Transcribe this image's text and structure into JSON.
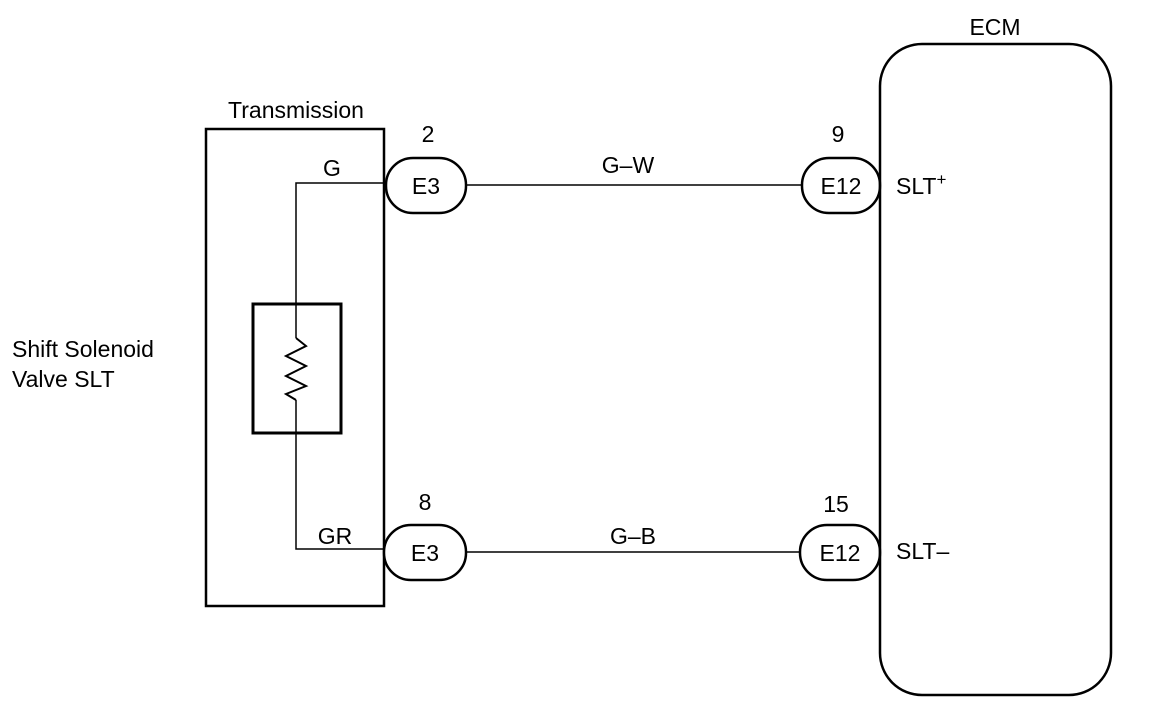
{
  "transmission": {
    "title": "Transmission",
    "wire_top": "G",
    "wire_bottom": "GR"
  },
  "solenoid": {
    "line1": "Shift Solenoid",
    "line2": "Valve SLT"
  },
  "ecm": {
    "title": "ECM",
    "pin_top": "SLT",
    "pin_top_sign": "+",
    "pin_bottom": "SLT–"
  },
  "connectors": {
    "e3_top": {
      "id": "E3",
      "pin": "2"
    },
    "e3_bottom": {
      "id": "E3",
      "pin": "8"
    },
    "e12_top": {
      "id": "E12",
      "pin": "9"
    },
    "e12_bottom": {
      "id": "E12",
      "pin": "15"
    }
  },
  "wires": {
    "top": "G–W",
    "bottom": "G–B"
  }
}
